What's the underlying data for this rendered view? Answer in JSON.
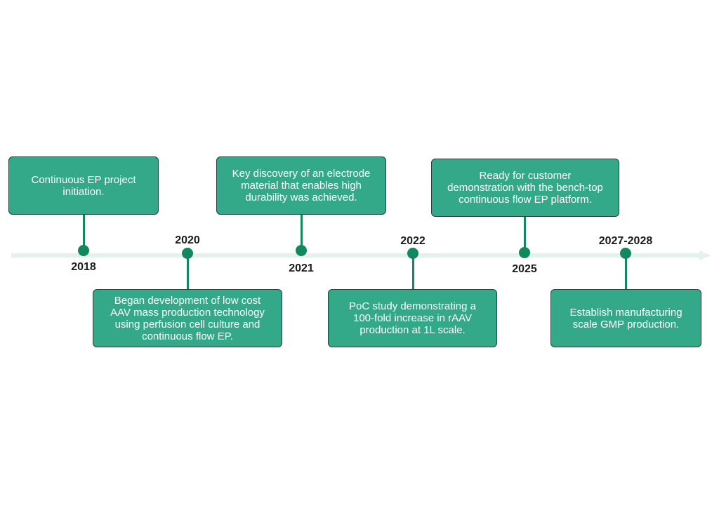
{
  "timeline": {
    "milestones": [
      {
        "year": "2018",
        "text": "Continuous EP project\ninitiation."
      },
      {
        "year": "2020",
        "text": "Began development of low cost\nAAV mass production technology\nusing perfusion cell culture and\ncontinuous flow EP."
      },
      {
        "year": "2021",
        "text": "Key discovery of an electrode\nmaterial that enables high\ndurability was achieved."
      },
      {
        "year": "2022",
        "text": "PoC study demonstrating a\n100-fold increase in rAAV\nproduction at 1L scale."
      },
      {
        "year": "2025",
        "text": "Ready for customer\ndemonstration with the bench-top\ncontinuous flow EP platform."
      },
      {
        "year": "2027-2028",
        "text": "Establish manufacturing\nscale GMP production."
      }
    ],
    "colors": {
      "card_fill": "#33a98a",
      "card_border": "#2b3f37",
      "node": "#12885f",
      "axis": "#e2f3ec"
    }
  }
}
